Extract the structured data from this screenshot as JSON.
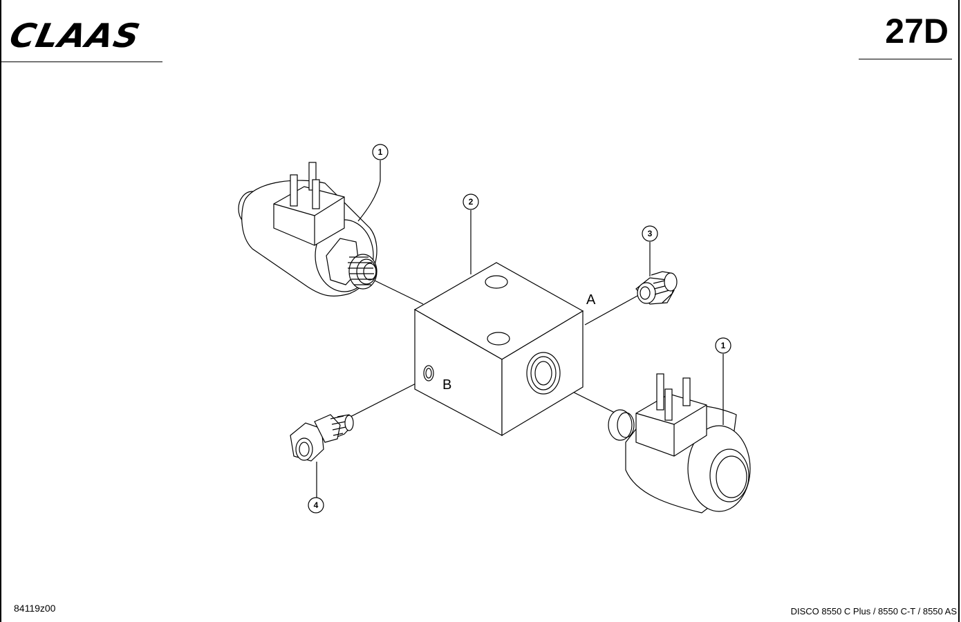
{
  "header": {
    "brand": "CLAAS",
    "page_number": "27D"
  },
  "footer": {
    "reference": "84119z00",
    "models": "DISCO 8550 C Plus / 8550 C-T / 8550 AS"
  },
  "callouts": [
    "1",
    "2",
    "3",
    "1",
    "4"
  ],
  "port_labels": {
    "a": "A",
    "b": "B"
  }
}
